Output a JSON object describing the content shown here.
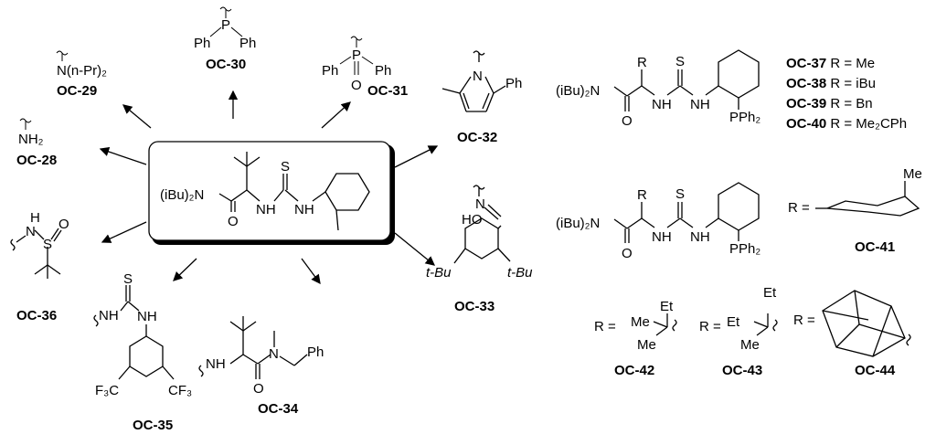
{
  "central": {
    "amine": "(iBu)₂N",
    "o": "O",
    "nh1": "NH",
    "nh2": "NH",
    "s": "S"
  },
  "oc28": {
    "label": "OC-28",
    "group": "NH₂"
  },
  "oc29": {
    "label": "OC-29",
    "group": "N(n-Pr)₂"
  },
  "oc30": {
    "label": "OC-30",
    "p": "P",
    "ph1": "Ph",
    "ph2": "Ph"
  },
  "oc31": {
    "label": "OC-31",
    "p": "P",
    "ph1": "Ph",
    "ph2": "Ph",
    "o": "O"
  },
  "oc32": {
    "label": "OC-32",
    "n": "N",
    "ph": "Ph"
  },
  "oc33": {
    "label": "OC-33",
    "n": "N",
    "ho": "HO",
    "tbu1": "t-Bu",
    "tbu2": "t-Bu"
  },
  "oc34": {
    "label": "OC-34",
    "nh": "NH",
    "n": "N",
    "o": "O",
    "ph": "Ph"
  },
  "oc35": {
    "label": "OC-35",
    "nh1": "NH",
    "nh2": "NH",
    "s": "S",
    "cf3a": "F₃C",
    "cf3b": "CF₃"
  },
  "oc36": {
    "label": "OC-36",
    "h": "H",
    "n": "N",
    "s": "S",
    "o": "O"
  },
  "series1": {
    "amine": "(iBu)₂N",
    "o": "O",
    "r": "R",
    "nh1": "NH",
    "nh2": "NH",
    "s": "S",
    "pph2": "PPh₂",
    "entries": [
      {
        "label": "OC-37",
        "r": "R = Me"
      },
      {
        "label": "OC-38",
        "r": "R = iBu"
      },
      {
        "label": "OC-39",
        "r": "R = Bn"
      },
      {
        "label": "OC-40",
        "r": "R = Me₂CPh"
      }
    ]
  },
  "series2": {
    "amine": "(iBu)₂N",
    "o": "O",
    "r": "R",
    "nh1": "NH",
    "nh2": "NH",
    "s": "S",
    "pph2": "PPh₂",
    "oc41": {
      "label": "OC-41",
      "r": "R =",
      "me": "Me"
    },
    "oc42": {
      "label": "OC-42",
      "r": "R =",
      "et": "Et",
      "me1": "Me",
      "me2": "Me"
    },
    "oc43": {
      "label": "OC-43",
      "r": "R =",
      "et": "Et",
      "me": "Me"
    },
    "oc44": {
      "label": "OC-44",
      "r": "R ="
    }
  }
}
